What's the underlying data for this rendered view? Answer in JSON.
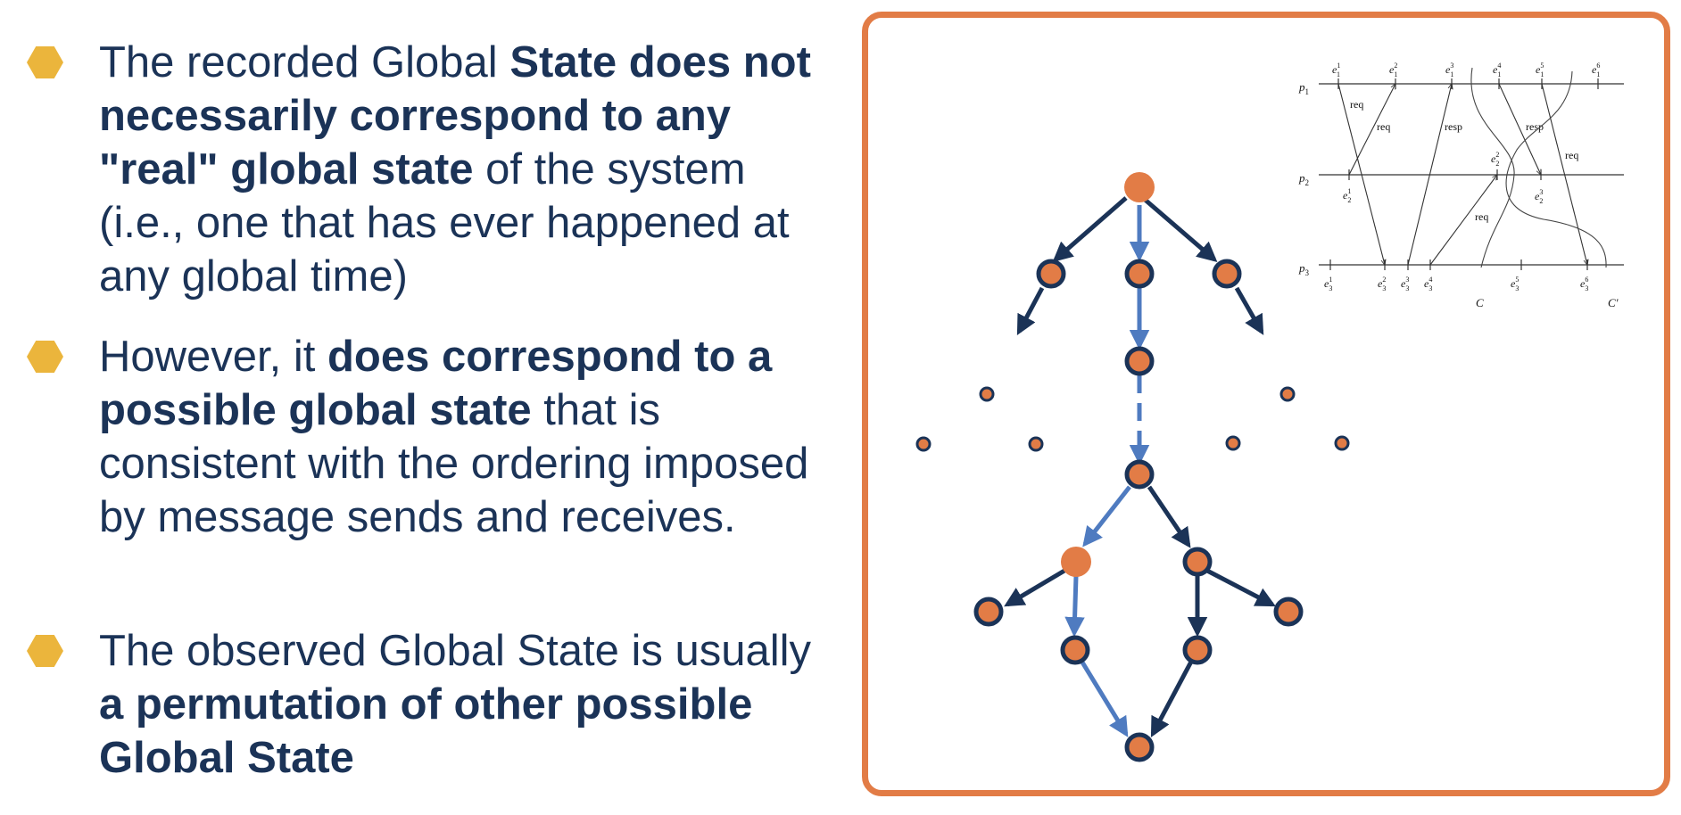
{
  "bullets": [
    {
      "segments": [
        {
          "text": "The recorded Global ",
          "bold": false
        },
        {
          "text": "State does not necessarily correspond to any \"real\" global state",
          "bold": true
        },
        {
          "text": " of the system (i.e., one that has ever happened at any global time)",
          "bold": false
        }
      ]
    },
    {
      "segments": [
        {
          "text": "However, it ",
          "bold": false
        },
        {
          "text": "does correspond to a possible global state",
          "bold": true
        },
        {
          "text": " that is consistent with the ordering imposed by message sends and receives.",
          "bold": false
        }
      ]
    },
    {
      "segments": [
        {
          "text": "The observed Global State is usually ",
          "bold": false
        },
        {
          "text": "a permutation of other possible Global State",
          "bold": true
        }
      ]
    }
  ],
  "colors": {
    "text": "#1b3357",
    "bullet": "#ebb53c",
    "frame": "#e27c46",
    "node_fill": "#e27c46",
    "node_stroke": "#1b3357",
    "edge_dark": "#1b3357",
    "edge_blue": "#4f7bc0"
  },
  "space_time_diagram": {
    "processes": [
      {
        "label": "p",
        "sub": "1"
      },
      {
        "label": "p",
        "sub": "2"
      },
      {
        "label": "p",
        "sub": "3"
      }
    ],
    "events_p1": [
      {
        "base": "e",
        "sub": "1",
        "sup": "1"
      },
      {
        "base": "e",
        "sub": "1",
        "sup": "2"
      },
      {
        "base": "e",
        "sub": "1",
        "sup": "3"
      },
      {
        "base": "e",
        "sub": "1",
        "sup": "4"
      },
      {
        "base": "e",
        "sub": "1",
        "sup": "5"
      },
      {
        "base": "e",
        "sub": "1",
        "sup": "6"
      }
    ],
    "events_p2": [
      {
        "base": "e",
        "sub": "2",
        "sup": "1"
      },
      {
        "base": "e",
        "sub": "2",
        "sup": "2"
      },
      {
        "base": "e",
        "sub": "2",
        "sup": "3"
      }
    ],
    "events_p3": [
      {
        "base": "e",
        "sub": "3",
        "sup": "1"
      },
      {
        "base": "e",
        "sub": "3",
        "sup": "2"
      },
      {
        "base": "e",
        "sub": "3",
        "sup": "3"
      },
      {
        "base": "e",
        "sub": "3",
        "sup": "4"
      },
      {
        "base": "e",
        "sub": "3",
        "sup": "5"
      },
      {
        "base": "e",
        "sub": "3",
        "sup": "6"
      }
    ],
    "messages": [
      "req",
      "req",
      "resp",
      "resp",
      "req",
      "req"
    ],
    "cuts": [
      "C",
      "C'"
    ]
  }
}
